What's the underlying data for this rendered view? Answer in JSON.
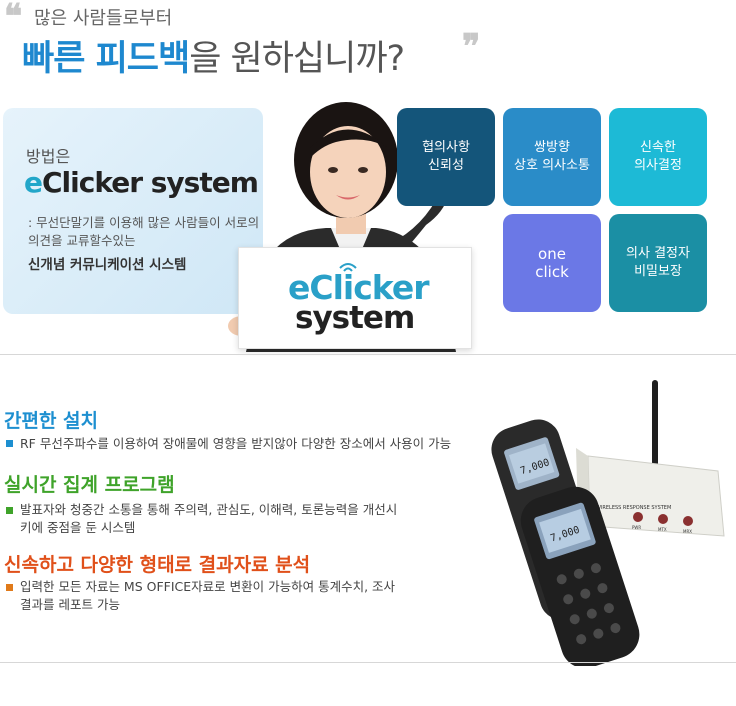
{
  "header": {
    "subtitle": "많은 사람들로부터",
    "headline_highlight": "빠른 피드백",
    "headline_rest": "을 원하십니까?"
  },
  "intro": {
    "label": "방법은",
    "brand_e": "e",
    "brand_rest": "Clicker system",
    "desc": ": 무선단말기를 이용해 많은 사람들이 서로의 의견을 교류할수있는",
    "strong": "신개념 커뮤니케이션 시스템"
  },
  "board": {
    "brand_e": "e",
    "brand_rest": "Clicker",
    "system": "system"
  },
  "tiles": [
    {
      "line1": "협의사항",
      "line2": "신뢰성",
      "color": "#14557a"
    },
    {
      "line1": "쌍방향",
      "line2": "상호 의사소통",
      "color": "#2a8cc8"
    },
    {
      "line1": "신속한",
      "line2": "의사결정",
      "color": "#1dbad6"
    },
    {
      "line1": "one",
      "line2": "click",
      "color": "#6b78e6"
    },
    {
      "line1": "의사 결정자",
      "line2": "비밀보장",
      "color": "#1b8fa4"
    }
  ],
  "features": [
    {
      "title": "간편한 설치",
      "desc": "RF 무선주파수를 이용하여 장애물에 영향을 받지않아 다양한 장소에서 사용이 가능",
      "color": "#1d8fd0"
    },
    {
      "title": "실시간 집계 프로그램",
      "desc": "발표자와 청중간 소통을 통해 주의력, 관심도, 이해력, 토론능력을 개선시키에 중점을 둔 시스템",
      "color": "#3fa32a"
    },
    {
      "title": "신속하고 다양한 형태로 결과자료 분석",
      "desc": "입력한 모든 자료는 MS OFFICE자료로 변환이 가능하여 통계수치, 조사결과를 레포트 가능",
      "color": "#e0501a"
    }
  ],
  "device": {
    "screen1": "7,000",
    "screen2": "7,000",
    "receiver_label": "WIRELESS RESPONSE SYSTEM",
    "knob_labels": [
      "PWR",
      "MTX",
      "MRX"
    ]
  }
}
